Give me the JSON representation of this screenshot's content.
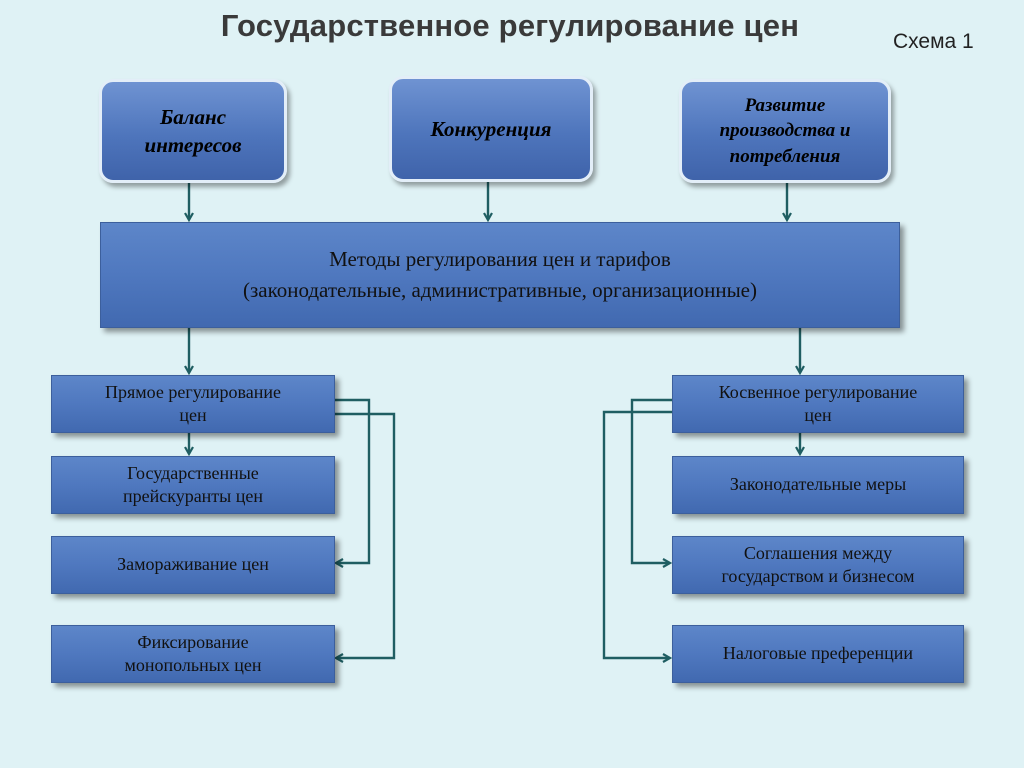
{
  "title": "Государственное регулирование цен",
  "schema_label": "Схема 1",
  "top_boxes": [
    {
      "line1": "Баланс",
      "line2": "интересов",
      "line3": ""
    },
    {
      "line1": "Конкуренция",
      "line2": "",
      "line3": ""
    },
    {
      "line1": "Развитие",
      "line2": "производства и",
      "line3": "потребления"
    }
  ],
  "main_box": {
    "line1": "Методы регулирования цен и тарифов",
    "line2": "(законодательные, административные, организационные)"
  },
  "left_column": {
    "header": {
      "line1": "Прямое регулирование",
      "line2": "цен"
    },
    "items": [
      {
        "line1": "Государственные",
        "line2": "прейскуранты цен"
      },
      {
        "line1": "Замораживание цен",
        "line2": ""
      },
      {
        "line1": "Фиксирование",
        "line2": "монопольных цен"
      }
    ]
  },
  "right_column": {
    "header": {
      "line1": "Косвенное регулирование",
      "line2": "цен"
    },
    "items": [
      {
        "line1": "Законодательные меры",
        "line2": ""
      },
      {
        "line1": "Соглашения между",
        "line2": "государством и бизнесом"
      },
      {
        "line1": "Налоговые преференции",
        "line2": ""
      }
    ]
  },
  "colors": {
    "background": "#dff2f5",
    "box_blue": "#4f78bf",
    "connector": "#1f5e62"
  }
}
